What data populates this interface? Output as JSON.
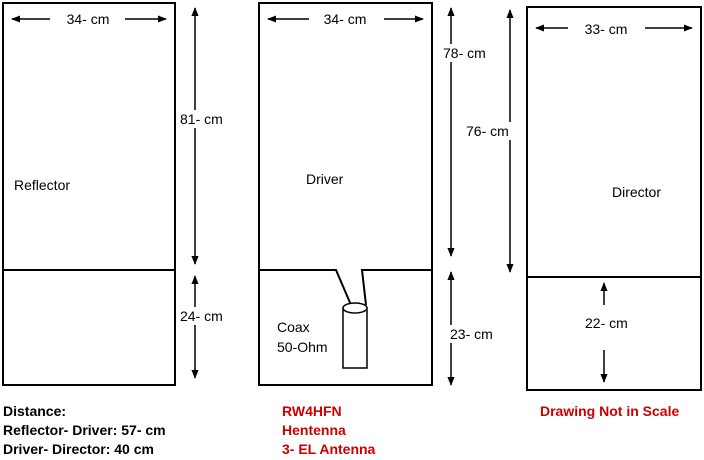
{
  "colors": {
    "line": "#000000",
    "accent_red": "#cc0000"
  },
  "elements": {
    "reflector": {
      "name": "Reflector",
      "top_width": "34- cm",
      "upper_height": "81- cm",
      "lower_height": "24- cm"
    },
    "driver": {
      "name": "Driver",
      "top_width": "34- cm",
      "upper_height": "78- cm",
      "lower_height": "23- cm",
      "feed_label_1": "Coax",
      "feed_label_2": "50-Ohm"
    },
    "director": {
      "name": "Director",
      "top_width": "33- cm",
      "upper_height": "76- cm",
      "lower_height": "22- cm"
    }
  },
  "spacing": {
    "heading": "Distance:",
    "reflector_driver": "Reflector- Driver: 57- cm",
    "driver_director": "Driver- Director: 40 cm"
  },
  "title": {
    "callsign": "RW4HFN",
    "antenna_name": "Hentenna",
    "description": "3- EL Antenna"
  },
  "scale_note": "Drawing Not in Scale"
}
